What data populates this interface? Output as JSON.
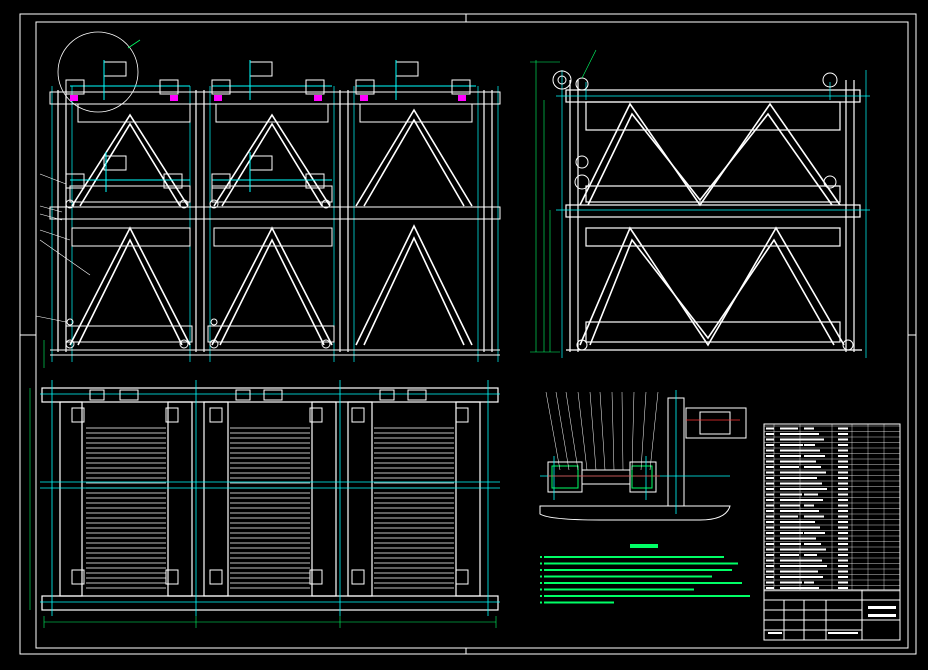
{
  "drawing": {
    "background": "#000000",
    "colors": {
      "frame": "#ffffff",
      "structure": "#ffffff",
      "centerline": "#00ffff",
      "dimension": "#00ff66",
      "highlight": "#ff00ff",
      "notes": "#00ff66",
      "table": "#ffffff",
      "accent_red": "#ff3333"
    },
    "views": [
      "front-elevation",
      "side-elevation",
      "plan-view",
      "drive-detail"
    ],
    "notes_lines": 8,
    "parts_table_rows": 30
  }
}
